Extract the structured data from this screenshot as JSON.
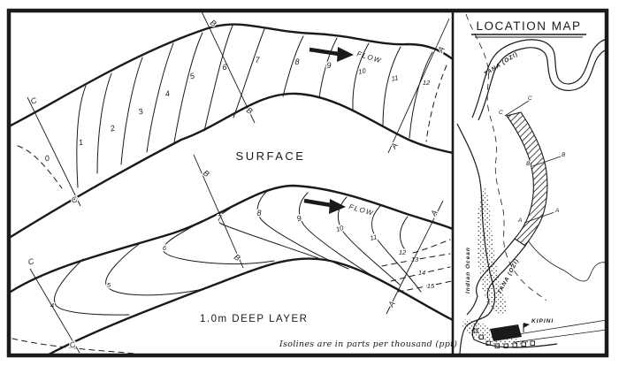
{
  "figure": {
    "caption": "Isolines are in parts per thousand (ppt)"
  },
  "sections": {
    "a": "A",
    "b": "B",
    "c": "C"
  },
  "surface": {
    "title": "SURFACE",
    "flow_label": "FLOW",
    "contours": [
      "0",
      "1",
      "2",
      "3",
      "4",
      "5",
      "6",
      "7",
      "8",
      "9",
      "10",
      "11",
      "12"
    ]
  },
  "deep": {
    "title": "1.0m DEEP LAYER",
    "flow_label": "FLOW",
    "contours": [
      "4",
      "5",
      "6",
      "7",
      "8",
      "9",
      "10",
      "11",
      "12",
      "13",
      "14",
      "15"
    ]
  },
  "location_map": {
    "title": "LOCATION MAP",
    "river_upper_label": "TANA (OZI)",
    "river_lower_label": "TANA (OZI)",
    "ocean_label": "Indian Ocean",
    "town_label": "KIPINI"
  },
  "colors": {
    "ink": "#1a1a1a",
    "paper": "#ffffff"
  }
}
